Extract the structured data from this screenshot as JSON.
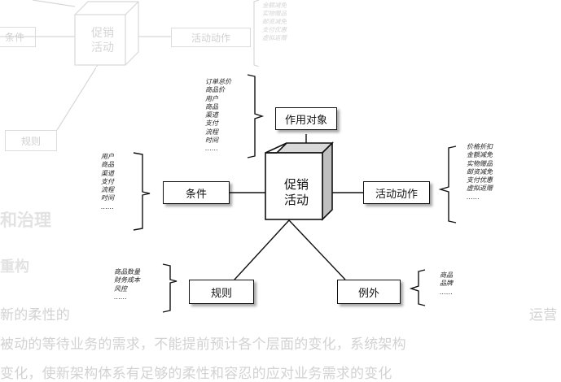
{
  "background": {
    "ghost_boxes": {
      "condition": "条件",
      "activity": "活动动作",
      "rule": "规则"
    },
    "ghost_cube": {
      "line1": "促销",
      "line2": "活动"
    },
    "ghost_activity_notes": "金额减免\n实物赠品\n邮资减免\n支付优惠\n虚拟返赠",
    "heading": "和治理",
    "subheading": "重构",
    "para_line1_left": "新的柔性的",
    "para_line1_right": "运营",
    "para_line2": "被动的等待业务的需求，不能提前预计各个层面的变化，系统架构",
    "para_line3": "变化，使新架构体系有足够的柔性和容忍的应对业务需求的变化"
  },
  "diagram": {
    "center": {
      "line1": "促销",
      "line2": "活动"
    },
    "target": {
      "label": "作用对象",
      "notes": "订单总价\n商品价\n用户\n商品\n渠道\n支付\n流程\n时间\n……"
    },
    "condition": {
      "label": "条件",
      "notes": "用户\n商品\n渠道\n支付\n流程\n时间\n……"
    },
    "activity": {
      "label": "活动动作",
      "notes": "价格折扣\n金额减免\n实物赠品\n邮资减免\n支付优惠\n虚拟返赠\n……"
    },
    "rule": {
      "label": "规则",
      "notes": "商品数量\n财务成本\n风控\n……"
    },
    "exception": {
      "label": "例外",
      "notes": "商品\n品牌\n……"
    }
  },
  "colors": {
    "line": "#111111",
    "ghost": "#d8d8d8"
  }
}
